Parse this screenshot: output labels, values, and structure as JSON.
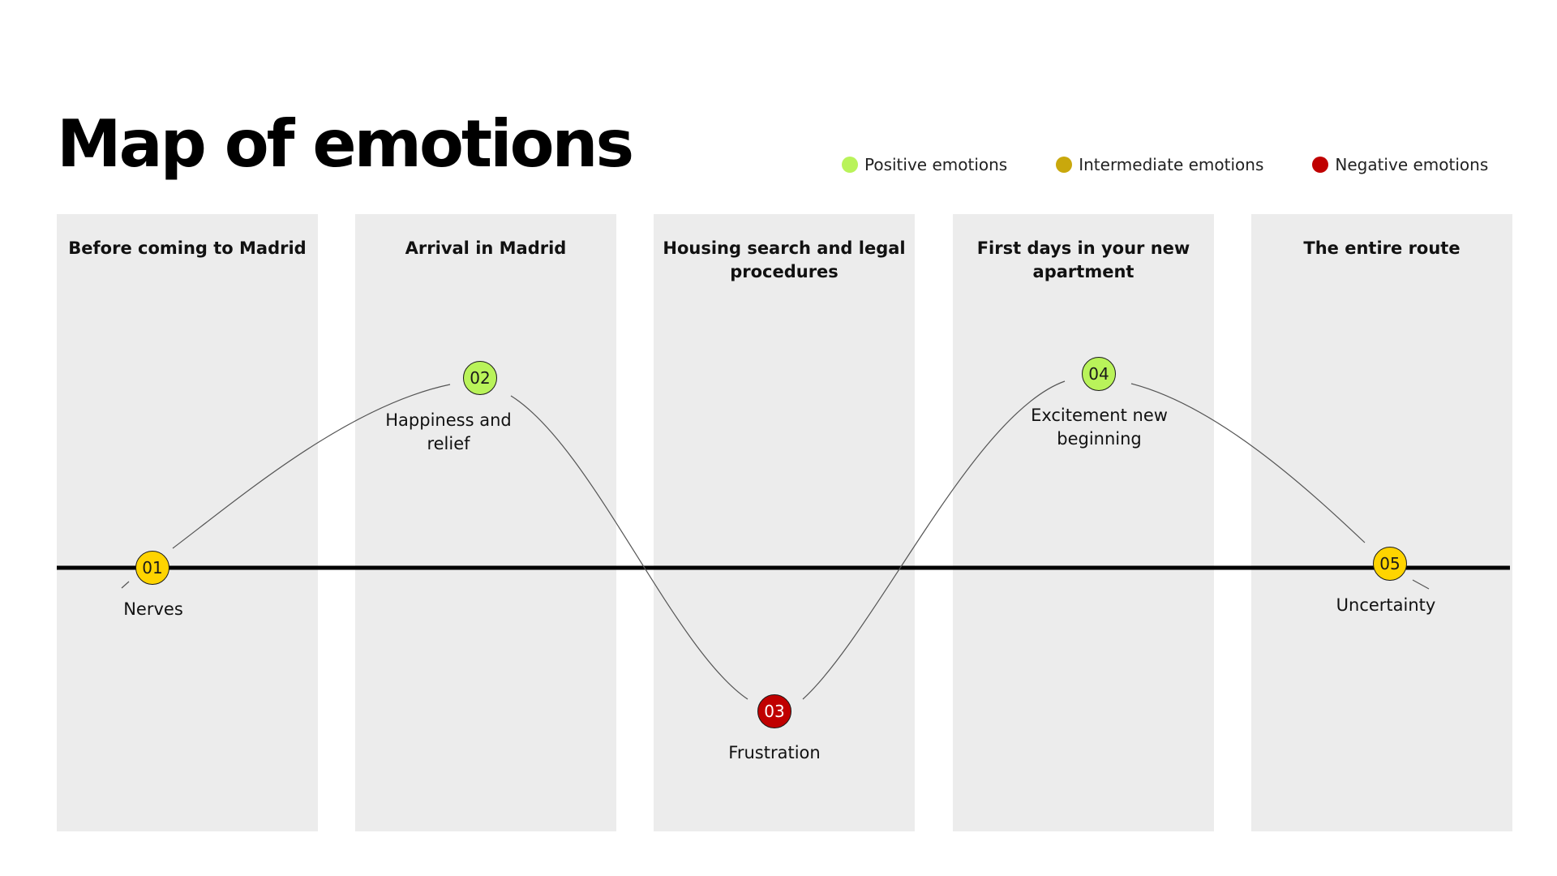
{
  "title": "Map of emotions",
  "legend": [
    {
      "label": "Positive emotions",
      "color": "#b9f35a"
    },
    {
      "label": "Intermediate emotions",
      "color": "#c9a80c"
    },
    {
      "label": "Negative emotions",
      "color": "#c00000"
    }
  ],
  "stages": [
    {
      "title": "Before coming to Madrid"
    },
    {
      "title": "Arrival in Madrid"
    },
    {
      "title": "Housing search and legal procedures"
    },
    {
      "title": "First days in your new apartment"
    },
    {
      "title": "The entire route"
    }
  ],
  "points": [
    {
      "number": "01",
      "label": "Nerves",
      "type": "intermediate",
      "color": "#ffd400"
    },
    {
      "number": "02",
      "label": "Happiness and relief",
      "type": "positive",
      "color": "#b9f35a"
    },
    {
      "number": "03",
      "label": "Frustration",
      "type": "negative",
      "color": "#c00000"
    },
    {
      "number": "04",
      "label": "Excitement new beginning",
      "type": "positive",
      "color": "#b9f35a"
    },
    {
      "number": "05",
      "label": "Uncertainty",
      "type": "intermediate",
      "color": "#ffd400"
    }
  ]
}
